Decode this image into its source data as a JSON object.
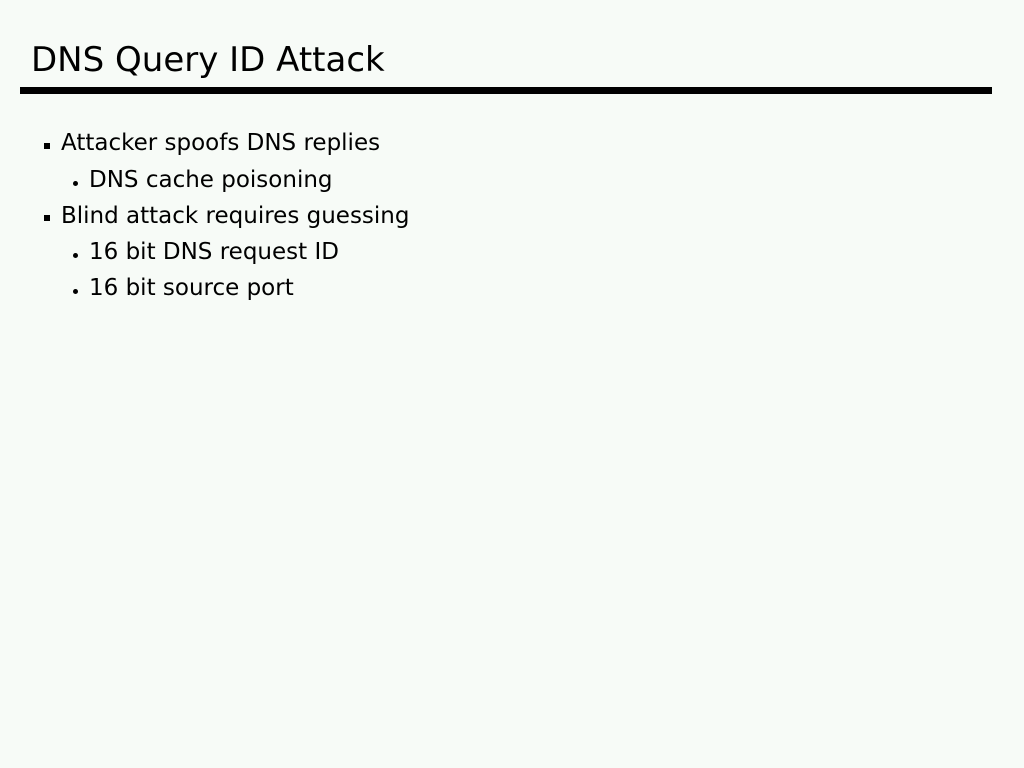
{
  "slide": {
    "title": "DNS Query ID Attack",
    "bullets": [
      {
        "text": "Attacker spoofs DNS replies",
        "level": 1
      },
      {
        "text": "DNS cache poisoning",
        "level": 2
      },
      {
        "text": "Blind attack requires guessing",
        "level": 1
      },
      {
        "text": "16 bit DNS request ID",
        "level": 2
      },
      {
        "text": "16 bit source port",
        "level": 2
      }
    ]
  },
  "colors": {
    "background": "#f7fbf7",
    "text": "#000000",
    "rule": "#000000"
  }
}
